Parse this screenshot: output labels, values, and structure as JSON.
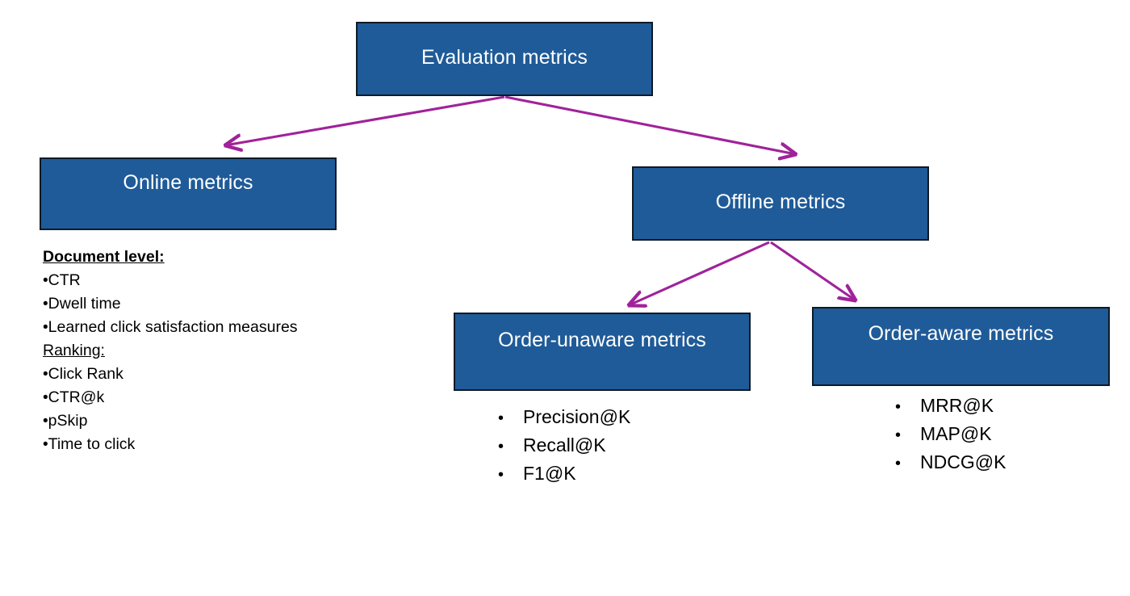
{
  "diagram": {
    "title": "Evaluation metrics",
    "type": "tree",
    "accent_color": "#1F5B98",
    "border_color": "#0E1A26",
    "arrow_color": "#A0229A",
    "text_color_on_node": "#FFFFFF",
    "text_color_body": "#000000"
  },
  "nodes": {
    "root": {
      "label": "Evaluation metrics"
    },
    "online": {
      "label": "Online metrics"
    },
    "offline": {
      "label": "Offline metrics"
    },
    "unaware": {
      "label": "Order-unaware metrics"
    },
    "aware": {
      "label": "Order-aware metrics"
    }
  },
  "online_details": {
    "groups": [
      {
        "heading": "Document level:",
        "heading_bold": true,
        "heading_underline": true,
        "bullet_char": "•",
        "items": [
          "CTR",
          "Dwell time",
          "Learned click satisfaction measures"
        ]
      },
      {
        "heading": "Ranking:",
        "heading_bold": false,
        "heading_underline": true,
        "bullet_char": "•",
        "items": [
          "Click Rank",
          "CTR@k",
          "pSkip",
          "Time to click"
        ]
      }
    ]
  },
  "unaware_metrics": {
    "bullet_char": "•",
    "items": [
      "Precision@K",
      "Recall@K",
      "F1@K"
    ]
  },
  "aware_metrics": {
    "bullet_char": "•",
    "items": [
      "MRR@K",
      "MAP@K",
      "NDCG@K"
    ]
  },
  "edges": [
    {
      "from": "root",
      "to": "online"
    },
    {
      "from": "root",
      "to": "offline"
    },
    {
      "from": "offline",
      "to": "unaware"
    },
    {
      "from": "offline",
      "to": "aware"
    }
  ]
}
